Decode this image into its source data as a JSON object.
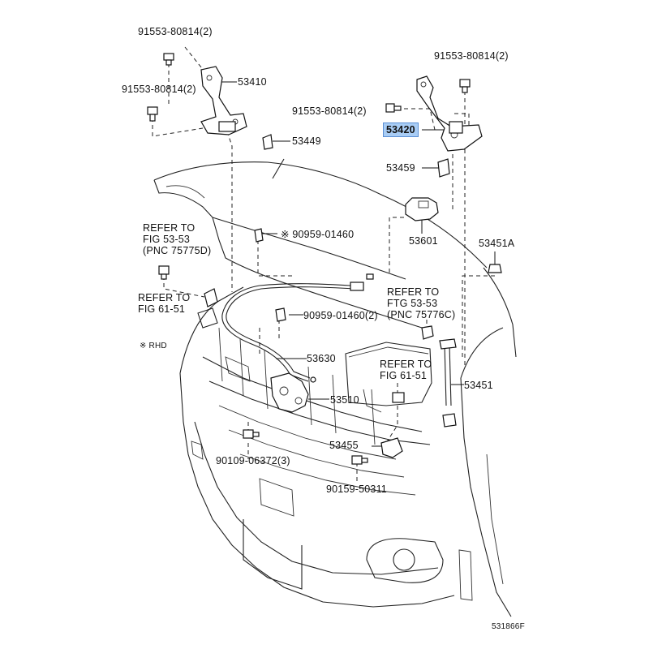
{
  "labels": {
    "bolt_top_left": "91553-80814(2)",
    "bolt_mid_left": "91553-80814(2)",
    "hinge_left": "53410",
    "clip_left": "53449",
    "bolt_top_right": "91553-80814(2)",
    "bolt_mid_right": "91553-80814(2)",
    "hinge_right": "53420",
    "clip_right": "53459",
    "refer_left_1": "REFER TO",
    "refer_left_2": "FIG 53-53",
    "refer_left_3": "(PNC 75775D)",
    "clip_cable_top": "※ 90959-01460",
    "handle": "53601",
    "cushion": "53451A",
    "refer_fig61_left_1": "REFER TO",
    "refer_fig61_left_2": "FIG  61-51",
    "refer_right_1": "REFER TO",
    "refer_right_2": "FTG 53-53",
    "refer_right_3": "(PNC 75776C)",
    "clip_cable_mid": "90959-01460(2)",
    "rhd_note": "※ RHD",
    "cable": "53630",
    "refer_fig61_right_1": "REFER TO",
    "refer_fig61_right_2": "FIG  61-51",
    "support_rod": "53451",
    "lock": "53510",
    "bolt_lock": "90109-06372(3)",
    "bracket": "53455",
    "bolt_bracket": "90159-50311",
    "figure_code": "531866F"
  }
}
